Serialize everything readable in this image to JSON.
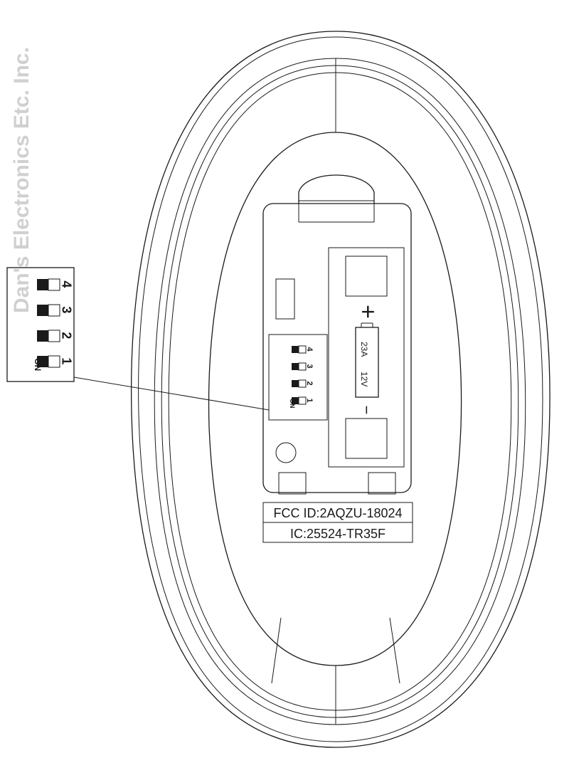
{
  "watermark": "Dan's Electronics Etc. Inc.",
  "dip_switch": {
    "on_label": "ON",
    "positions": [
      "1",
      "2",
      "3",
      "4"
    ]
  },
  "battery": {
    "type": "23A",
    "voltage": "12V",
    "plus": "+",
    "minus": "−"
  },
  "regulatory": {
    "fcc_id": "FCC ID:2AQZU-18024",
    "ic": "IC:25524-TR35F"
  }
}
